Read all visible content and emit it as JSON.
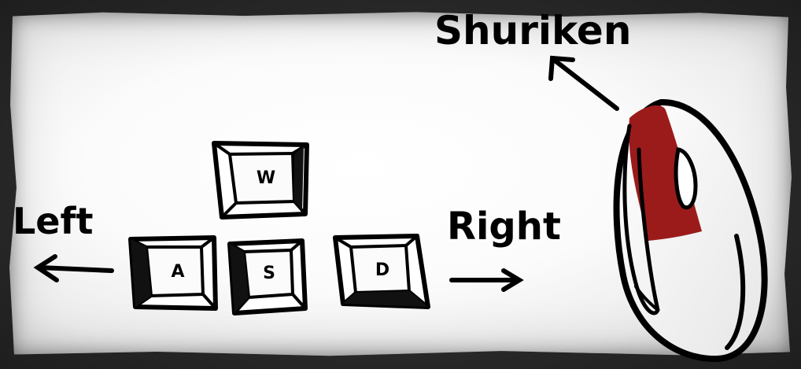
{
  "labels": {
    "left": "Left",
    "right": "Right",
    "shuriken": "Shuriken"
  },
  "keys": [
    {
      "id": "w",
      "label": "W"
    },
    {
      "id": "a",
      "label": "A"
    },
    {
      "id": "s",
      "label": "S"
    },
    {
      "id": "d",
      "label": "D"
    }
  ],
  "icons": {
    "left_arrow": "arrow-left-icon",
    "right_arrow": "arrow-right-icon",
    "shuriken_arrow": "arrow-up-left-icon",
    "mouse": "mouse-icon"
  },
  "colors": {
    "ink": "#000000",
    "mouse_button_highlight": "#9b1b1b"
  }
}
